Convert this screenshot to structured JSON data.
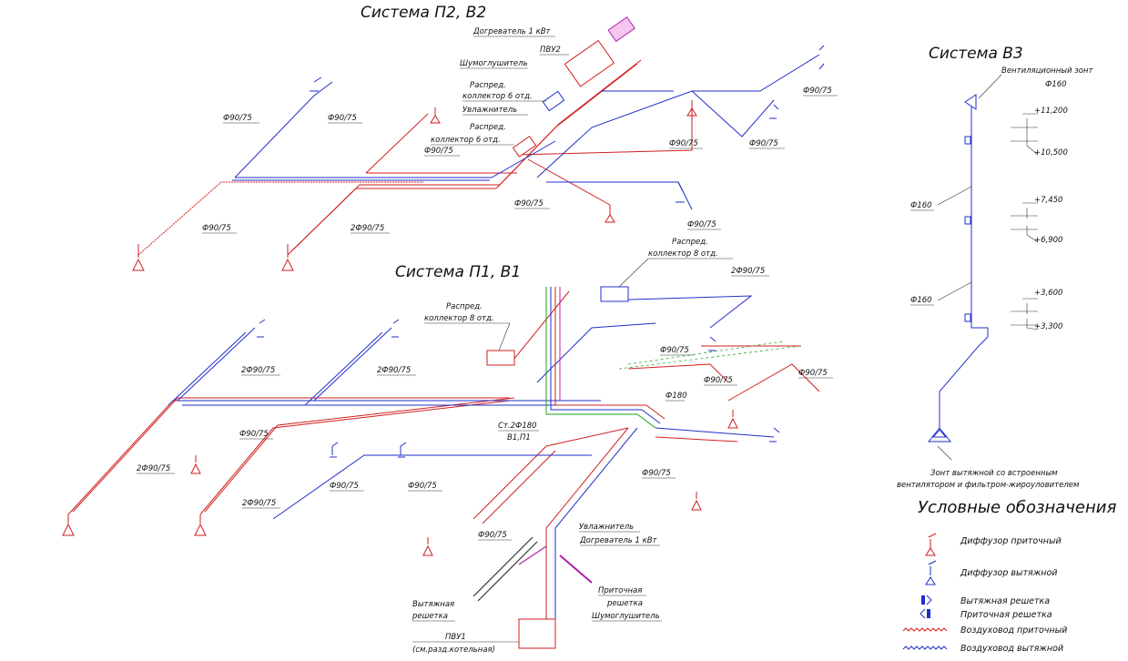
{
  "titles": {
    "system_p2_v2": "Система П2, В2",
    "system_p1_v1": "Система П1, В1",
    "system_v3": "Система В3",
    "legend": "Условные обозначения"
  },
  "p2v2": {
    "heater": "Догреватель 1 кВт",
    "unit": "ПВУ2",
    "silencer": "Шумоглушитель",
    "manifold_upper_1": "Распред.",
    "manifold_upper_2": "коллектор 6 отд.",
    "humidifier": "Увлажнитель",
    "manifold_lower_1": "Распред.",
    "manifold_lower_2": "коллектор 6 отд.",
    "d1": "Ф90/75",
    "d2": "Ф90/75",
    "d3": "Ф90/75",
    "d4": "Ф90/75",
    "d5": "Ф90/75",
    "d6": "Ф90/75",
    "d7": "Ф90/75",
    "d8": "Ф90/75",
    "d9": "Ф90/75",
    "d10": "2Ф90/75"
  },
  "p1v1": {
    "manifold8_right_1": "Распред.",
    "manifold8_right_2": "коллектор 8 отд.",
    "manifold8_left_1": "Распред.",
    "manifold8_left_2": "коллектор 8 отд.",
    "d_2f_top_right": "2Ф90/75",
    "d_2f_a": "2Ф90/75",
    "d_2f_b": "2Ф90/75",
    "d_f_mid": "Ф90/75",
    "d_f_right_a": "Ф90/75",
    "d_f_right_b": "Ф90/75",
    "d_f180": "Ф180",
    "riser_1": "Ст.2Ф180",
    "riser_2": "В1,П1",
    "d_f_left": "Ф90/75",
    "d_2f_left": "2Ф90/75",
    "d_2f_left2": "2Ф90/75",
    "d_f_c1": "Ф90/75",
    "d_f_c2": "Ф90/75",
    "d_f_r3": "Ф90/75",
    "d_f_bottom": "Ф90/75",
    "humidifier": "Увлажнитель",
    "heater": "Догреватель 1 кВт",
    "exhaust_grille_1": "Вытяжная",
    "exhaust_grille_2": "решетка",
    "supply_grille_1": "Приточная",
    "supply_grille_2": "решетка",
    "silencer": "Шумоглушитель",
    "unit_1": "ПВУ1",
    "unit_2": "(см.разд.котельная)"
  },
  "v3": {
    "hood": "Вентиляционный зонт",
    "hood_d": "Ф160",
    "lvl1": "+11,200",
    "lvl2": "+10,500",
    "lvl3": "+7,450",
    "lvl4": "+6,900",
    "lvl5": "+3,600",
    "lvl6": "+3,300",
    "pipe_d1": "Ф160",
    "pipe_d2": "Ф160",
    "note_1": "Зонт вытяжной со встроенным",
    "note_2": "вентилятором и фильтром-жироуловителем"
  },
  "legend": {
    "items": [
      {
        "symbol": "supply-diffuser",
        "label": "Диффузор приточный"
      },
      {
        "symbol": "exhaust-diffuser",
        "label": "Диффузор вытяжной"
      },
      {
        "symbol": "exhaust-grille",
        "label": "Вытяжная решетка"
      },
      {
        "symbol": "supply-grille",
        "label": "Приточная решетка"
      },
      {
        "symbol": "supply-duct",
        "label": "Воздуховод приточный"
      },
      {
        "symbol": "exhaust-duct",
        "label": "Воздуховод вытяжной"
      }
    ]
  },
  "colors": {
    "supply": "#d21f1f",
    "exhaust": "#1f2fc8",
    "dimension": "#333333"
  }
}
